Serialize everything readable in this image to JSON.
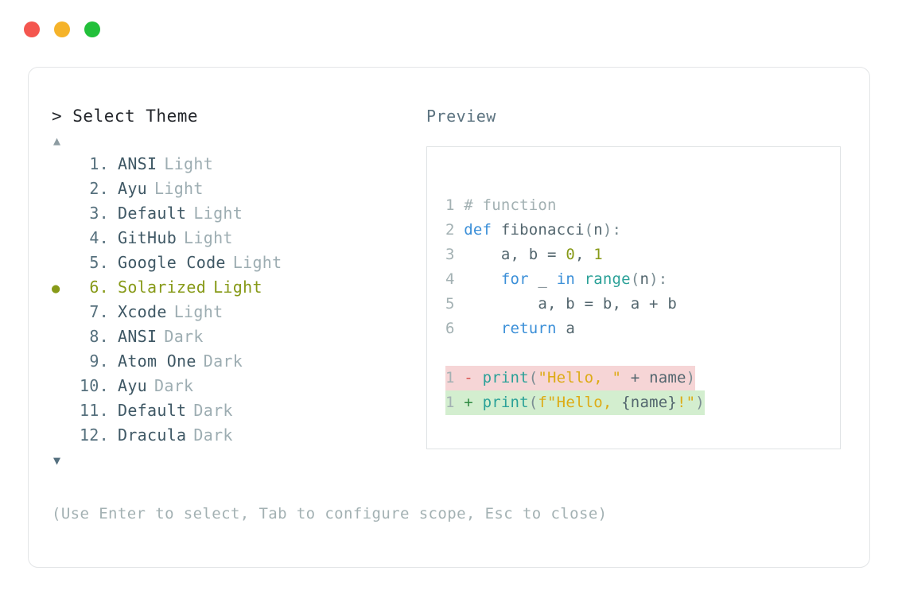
{
  "window": {
    "traffic_lights": [
      {
        "name": "close",
        "color": "#f4564f"
      },
      {
        "name": "minimize",
        "color": "#f5b32a"
      },
      {
        "name": "maximize",
        "color": "#22c03a"
      }
    ]
  },
  "left": {
    "prompt": "> Select Theme",
    "scroll_up": "▲",
    "scroll_down": "▼",
    "selected_index": 6,
    "selected_bullet": "●",
    "themes": [
      {
        "index": "1.",
        "name": "ANSI",
        "variant": "Light",
        "selected": false
      },
      {
        "index": "2.",
        "name": "Ayu",
        "variant": "Light",
        "selected": false
      },
      {
        "index": "3.",
        "name": "Default",
        "variant": "Light",
        "selected": false
      },
      {
        "index": "4.",
        "name": "GitHub",
        "variant": "Light",
        "selected": false
      },
      {
        "index": "5.",
        "name": "Google Code",
        "variant": "Light",
        "selected": false
      },
      {
        "index": "6.",
        "name": "Solarized",
        "variant": "Light",
        "selected": true
      },
      {
        "index": "7.",
        "name": "Xcode",
        "variant": "Light",
        "selected": false
      },
      {
        "index": "8.",
        "name": "ANSI",
        "variant": "Dark",
        "selected": false
      },
      {
        "index": "9.",
        "name": "Atom One",
        "variant": "Dark",
        "selected": false
      },
      {
        "index": "10.",
        "name": "Ayu",
        "variant": "Dark",
        "selected": false
      },
      {
        "index": "11.",
        "name": "Default",
        "variant": "Dark",
        "selected": false
      },
      {
        "index": "12.",
        "name": "Dracula",
        "variant": "Dark",
        "selected": false
      }
    ]
  },
  "right": {
    "label": "Preview",
    "code_lines": [
      {
        "no": "1",
        "text": "# function"
      },
      {
        "no": "2",
        "text": "def fibonacci(n):"
      },
      {
        "no": "3",
        "text": "    a, b = 0, 1"
      },
      {
        "no": "4",
        "text": "    for _ in range(n):"
      },
      {
        "no": "5",
        "text": "        a, b = b, a + b"
      },
      {
        "no": "6",
        "text": "    return a"
      }
    ],
    "diff": [
      {
        "no": "1",
        "marker": "-",
        "text": "print(\"Hello, \" + name)",
        "kind": "deleted"
      },
      {
        "no": "1",
        "marker": "+",
        "text": "print(f\"Hello, {name}!\")",
        "kind": "added"
      }
    ]
  },
  "footer": {
    "hint": "(Use Enter to select, Tab to configure scope, Esc to close)"
  },
  "colors": {
    "accent_selected": "#879a18",
    "keyword": "#3b8fd8",
    "builtin": "#2ba198",
    "string": "#ddab15",
    "comment": "#a3b1b3",
    "diff_del_bg": "#f6d5d6",
    "diff_add_bg": "#d3eecf"
  }
}
